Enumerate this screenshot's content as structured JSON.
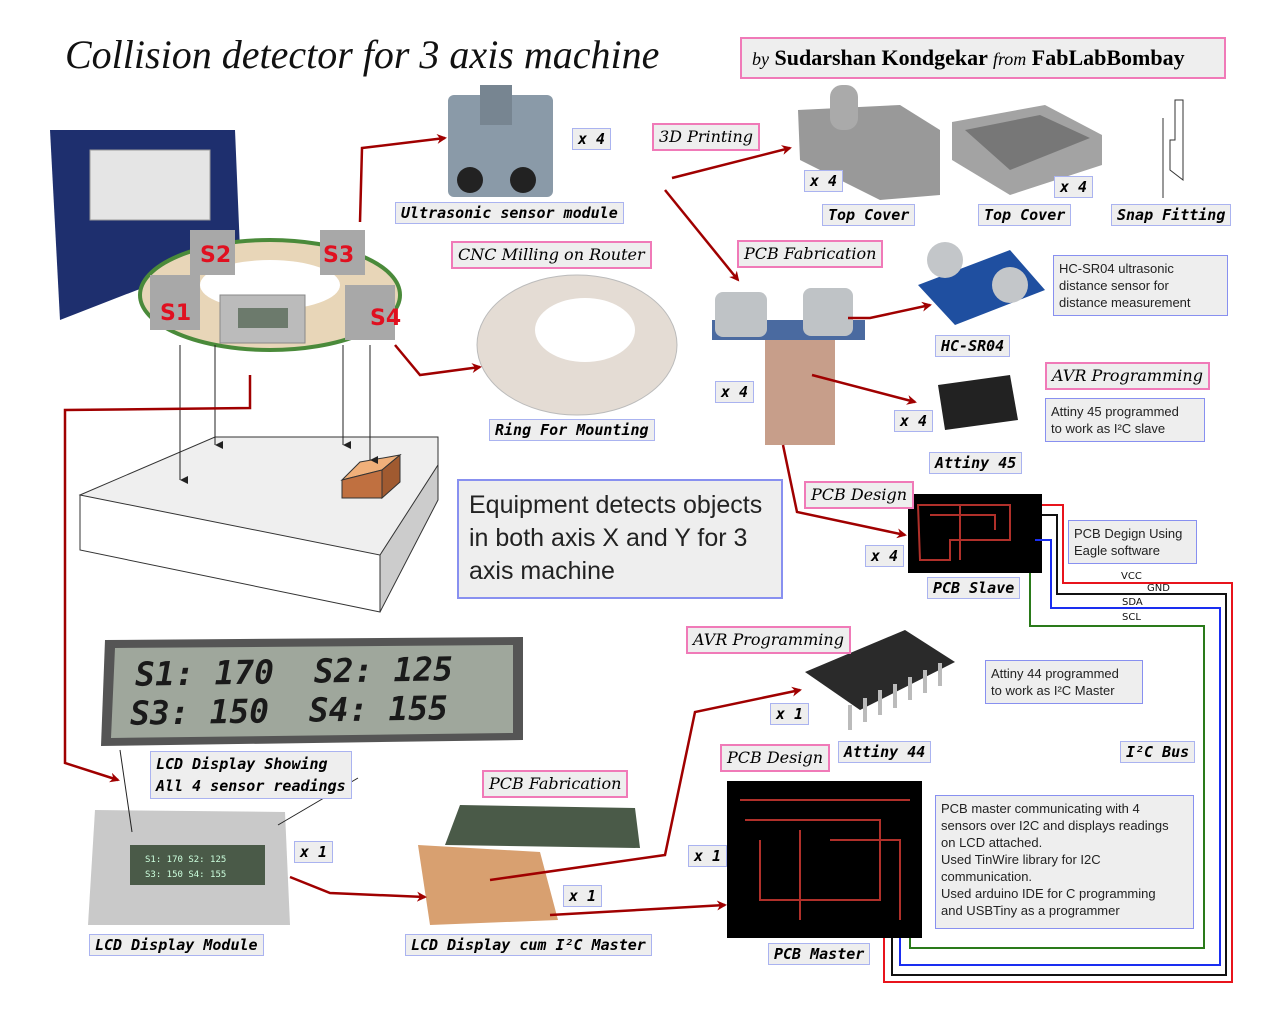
{
  "title": "Collision detector for 3 axis machine",
  "byline": {
    "by": "by",
    "author": "Sudarshan Kondgekar",
    "from": "from",
    "org": "FabLabBombay"
  },
  "labels": {
    "ultrasonic": "Ultrasonic sensor module",
    "top_cover_1": "Top Cover",
    "top_cover_2": "Top Cover",
    "snap_fitting": "Snap Fitting",
    "ring": "Ring For Mounting",
    "hcsr04": "HC-SR04",
    "attiny45": "Attiny 45",
    "pcb_slave": "PCB Slave",
    "lcd_display_showing_1": "LCD Display Showing",
    "lcd_display_showing_2": "All 4 sensor readings",
    "attiny44": "Attiny 44",
    "i2c_bus": "I²C Bus",
    "pcb_master": "PCB Master",
    "lcd_module": "LCD Display Module",
    "lcd_cum_master": "LCD Display cum I²C Master"
  },
  "process_tags": {
    "printing": "3D Printing",
    "cnc": "CNC Milling on Router",
    "pcb_fab_1": "PCB Fabrication",
    "avr_1": "AVR Programming",
    "pcb_design_1": "PCB Design",
    "avr_2": "AVR Programming",
    "pcb_design_2": "PCB Design",
    "pcb_fab_2": "PCB Fabrication"
  },
  "counts": {
    "ultrasonic": "x 4",
    "top_cover_1": "x 4",
    "top_cover_2": "x 4",
    "pcb_fab": "x 4",
    "attiny45": "x 4",
    "pcb_slave": "x 4",
    "attiny44": "x 1",
    "pcb_master": "x 1",
    "lcd_module": "x 1",
    "lcd_master": "x 1"
  },
  "descriptions": {
    "hcsr04": [
      "HC-SR04 ultrasonic",
      "distance sensor for",
      "distance measurement"
    ],
    "attiny45": [
      "Attiny 45 programmed",
      "to work as I²C slave"
    ],
    "pcb_design": [
      "PCB Degign Using",
      "Eagle software"
    ],
    "attiny44": [
      "Attiny 44 programmed",
      "to work as I²C Master"
    ],
    "master": [
      "PCB master communicating with 4",
      "sensors over I2C and displays readings",
      "on LCD attached.",
      "Used TinWire library for I2C",
      "communication.",
      "Used arduino IDE for C programming",
      "and USBTiny as a programmer"
    ]
  },
  "summary": "Equipment detects objects in both axis X and Y for 3 axis machine",
  "bus_wires": [
    {
      "name": "VCC",
      "color": "#e8141c"
    },
    {
      "name": "GND",
      "color": "#111111"
    },
    {
      "name": "SDA",
      "color": "#1a2ef0"
    },
    {
      "name": "SCL",
      "color": "#2a7a1a"
    }
  ],
  "lcd_readings": {
    "line1": "S1: 170  S2: 125",
    "line2": "S3: 150  S4: 155"
  },
  "sensor_tags": [
    "S1",
    "S2",
    "S3",
    "S4"
  ],
  "colors": {
    "arrow": "#a00000",
    "tag_border": "#f07ab8",
    "label_border": "#aab3f0"
  }
}
